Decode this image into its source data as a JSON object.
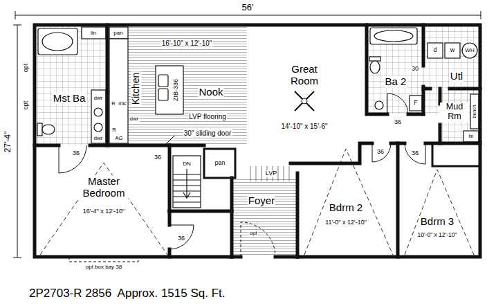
{
  "diagram": {
    "caption": "2P2703-R 2856  Approx. 1515 Sq. Ft.",
    "nodes": [
      {
        "text": [
          "Mst Ba"
        ]
      },
      {
        "text": [
          "Kitchen"
        ]
      },
      {
        "text": [
          "Nook"
        ]
      },
      {
        "text": [
          "Great Room",
          "14'-10\" x 15'-6\""
        ]
      },
      {
        "text": [
          "Ba 2"
        ]
      },
      {
        "text": [
          "Utl"
        ]
      },
      {
        "text": [
          "Mud Rm"
        ]
      },
      {
        "text": [
          "Master Bedroom",
          "16'-4\" x 12'-10\""
        ]
      },
      {
        "text": [
          "Foyer"
        ]
      },
      {
        "text": [
          "Bdrm 2",
          "11'-0\" x 12'-10\""
        ]
      },
      {
        "text": [
          "Bdrm 3",
          "10'-0\" x 12'-10\""
        ]
      }
    ],
    "labels": [
      "56'",
      "27'-4\"",
      "lin",
      "opt",
      "opt",
      "dwr",
      "dwr",
      "pan",
      "16'-10\" x 12'-10\"",
      "R",
      "mic",
      "dwr",
      "R",
      "AG",
      "ZIB-336",
      "LVP flooring",
      "30\" sliding door",
      "30",
      "d",
      "w",
      "WH",
      "F",
      "bench",
      "lin",
      "36",
      "36",
      "DN",
      "pan",
      "LVP",
      "36",
      "36",
      "36",
      "36",
      "opt",
      "opt box bay 38"
    ]
  }
}
